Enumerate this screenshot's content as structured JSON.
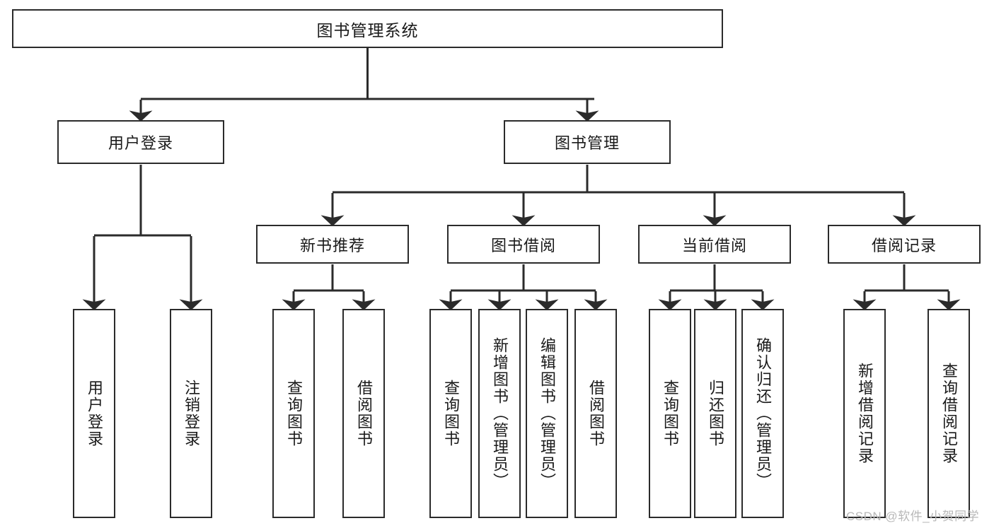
{
  "diagram": {
    "title": "图书管理系统",
    "type": "function-hierarchy-tree",
    "orientation": "top-down",
    "colors": {
      "box_border": "#2b2b2b",
      "box_fill": "#ffffff",
      "connector": "#2b2b2b",
      "text": "#1a1a1a",
      "watermark": "#b8b8b8"
    },
    "levels": {
      "level1": "系统",
      "level2": "模块",
      "level3": "子模块",
      "level4": "功能"
    }
  },
  "nodes": {
    "root": {
      "id": "root",
      "label": "图书管理系统",
      "orientation": "horizontal"
    },
    "level2": [
      {
        "id": "user-login",
        "label": "用户登录",
        "orientation": "horizontal"
      },
      {
        "id": "book-manage",
        "label": "图书管理",
        "orientation": "horizontal"
      }
    ],
    "level3": [
      {
        "id": "new-book-recommend",
        "label": "新书推荐",
        "orientation": "horizontal",
        "parent": "book-manage"
      },
      {
        "id": "book-borrow",
        "label": "图书借阅",
        "orientation": "horizontal",
        "parent": "book-manage"
      },
      {
        "id": "current-borrow",
        "label": "当前借阅",
        "orientation": "horizontal",
        "parent": "book-manage"
      },
      {
        "id": "borrow-record",
        "label": "借阅记录",
        "orientation": "horizontal",
        "parent": "book-manage"
      }
    ],
    "leaves": {
      "user_login": [
        {
          "id": "leaf-user-login",
          "label": "用户登录"
        },
        {
          "id": "leaf-user-logout",
          "label": "注销登录"
        }
      ],
      "new_book_recommend": [
        {
          "id": "leaf-query-book-1",
          "label": "查询图书"
        },
        {
          "id": "leaf-borrow-book-1",
          "label": "借阅图书"
        }
      ],
      "book_borrow": [
        {
          "id": "leaf-query-book-2",
          "label": "查询图书"
        },
        {
          "id": "leaf-add-book",
          "label": "新增图书（管理员）"
        },
        {
          "id": "leaf-edit-book",
          "label": "编辑图书（管理员）"
        },
        {
          "id": "leaf-borrow-book-2",
          "label": "借阅图书"
        }
      ],
      "current_borrow": [
        {
          "id": "leaf-query-book-3",
          "label": "查询图书"
        },
        {
          "id": "leaf-return-book",
          "label": "归还图书"
        },
        {
          "id": "leaf-confirm-return",
          "label": "确认归还（管理员）"
        }
      ],
      "borrow_record": [
        {
          "id": "leaf-add-record",
          "label": "新增借阅记录"
        },
        {
          "id": "leaf-query-record",
          "label": "查询借阅记录"
        }
      ]
    }
  },
  "watermark": {
    "text": "CSDN @软件_小贺同学"
  }
}
